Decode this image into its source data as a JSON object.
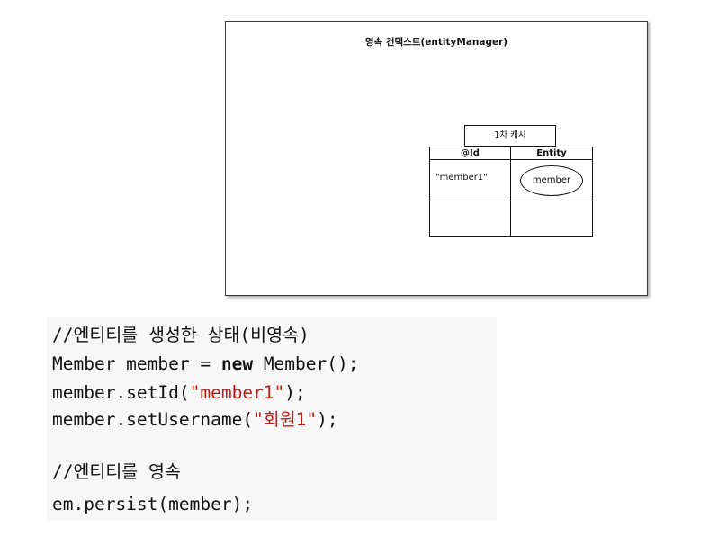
{
  "diagram": {
    "title": "영속 컨텍스트(entityManager)",
    "cache_label": "1차 캐시",
    "table_headers": {
      "id": "@Id",
      "entity": "Entity"
    },
    "rows": [
      {
        "id": "\"member1\"",
        "entity": "member"
      }
    ]
  },
  "code": {
    "comment1": "//엔티티를 생성한 상태(비영속)",
    "line2_a": "Member member = ",
    "line2_kw": "new",
    "line2_b": " Member();",
    "line3_a": "member.setId(",
    "line3_str": "\"member1\"",
    "line3_b": ");",
    "line4_a": "member.setUsername(",
    "line4_str": "\"회원1\"",
    "line4_b": ");",
    "comment2": "//엔티티를 영속",
    "line6": "em.persist(member);"
  },
  "colors": {
    "string": "#c41a16",
    "code_bg": "#f7f7f7",
    "border": "#3a3a3a"
  }
}
